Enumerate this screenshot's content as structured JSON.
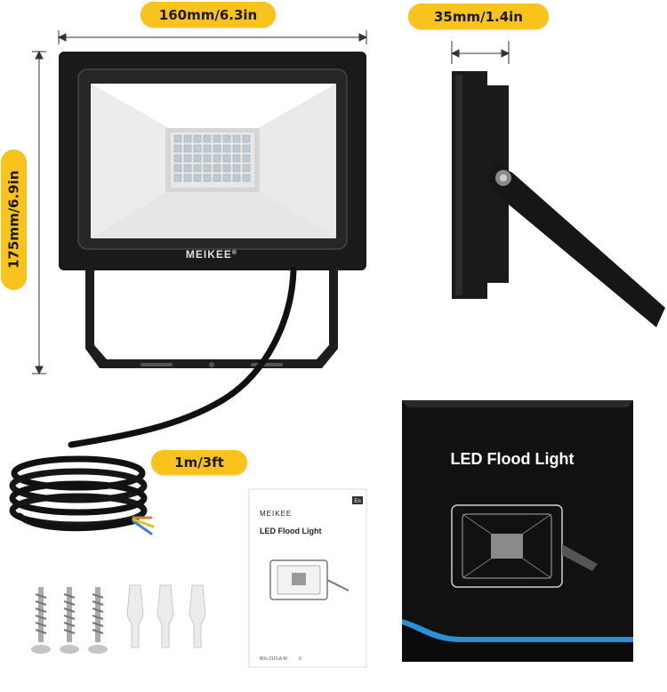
{
  "dimensions": {
    "width_label": "160mm/6.3in",
    "depth_label": "35mm/1.4in",
    "height_label": "175mm/6.9in",
    "cable_label": "1m/3ft"
  },
  "product": {
    "brand": "MEIKEE",
    "brand_mark": "®"
  },
  "manual": {
    "brand": "MEIKEE",
    "title": "LED Flood Light",
    "lang_tag": "En",
    "footer_code": "B0x-21FLA-M",
    "page_number": "0"
  },
  "box": {
    "title": "LED Flood Light",
    "stripe_color": "#2a8fd6"
  },
  "colors": {
    "badge": "#f7c31c",
    "housing": "#1a1a1a",
    "lens": "#f2f2f2"
  },
  "accessories": {
    "screws": "screw-icon",
    "anchors": "wall-anchor-icon"
  }
}
